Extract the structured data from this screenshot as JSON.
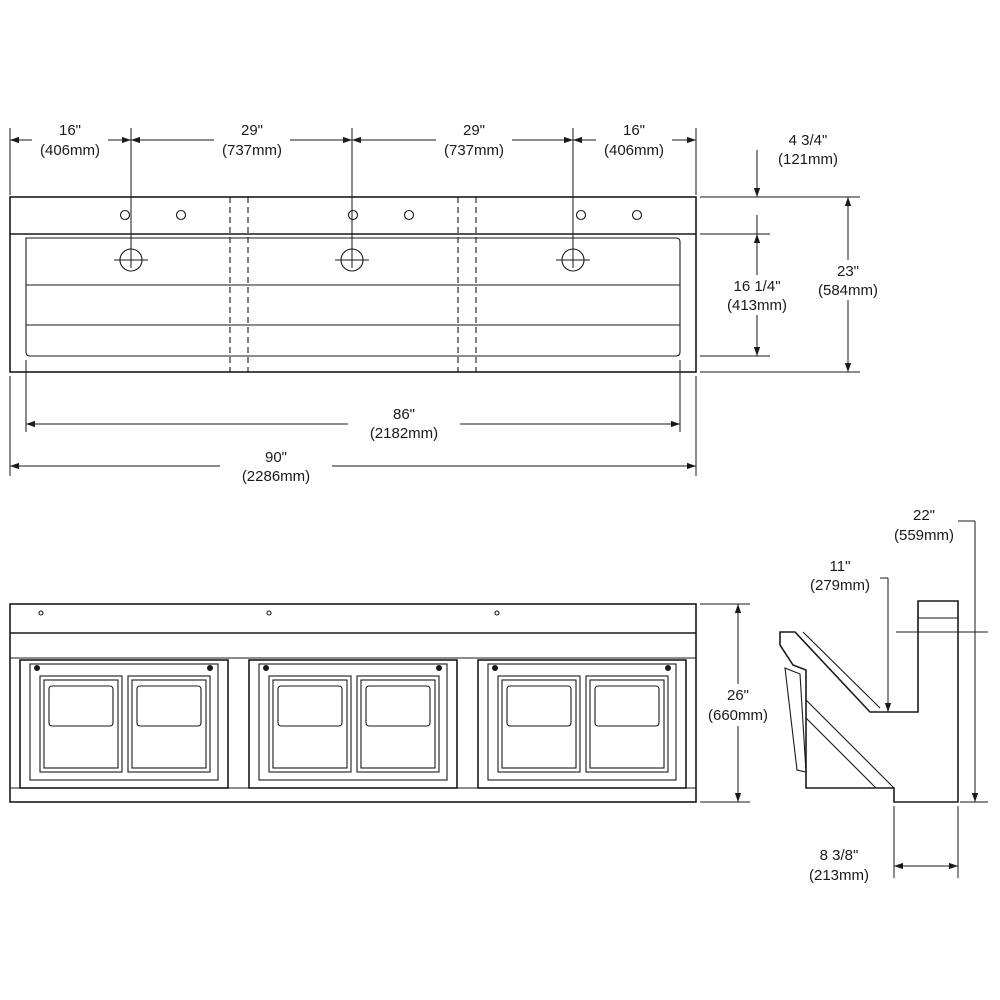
{
  "top_view": {
    "dims": {
      "seg1": [
        "16\"",
        "(406mm)"
      ],
      "seg2": [
        "29\"",
        "(737mm)"
      ],
      "seg3": [
        "29\"",
        "(737mm)"
      ],
      "seg4": [
        "16\"",
        "(406mm)"
      ],
      "deck": [
        "4 3/4\"",
        "(121mm)"
      ],
      "basin": [
        "16 1/4\"",
        "(413mm)"
      ],
      "depth": [
        "23\"",
        "(584mm)"
      ],
      "inner_width": [
        "86\"",
        "(2182mm)"
      ],
      "overall_width": [
        "90\"",
        "(2286mm)"
      ]
    }
  },
  "front_view": {
    "dims": {
      "height": [
        "26\"",
        "(660mm)"
      ]
    }
  },
  "side_view": {
    "dims": {
      "overall": [
        "22\"",
        "(559mm)"
      ],
      "upper": [
        "11\"",
        "(279mm)"
      ],
      "base": [
        "8 3/8\"",
        "(213mm)"
      ]
    }
  },
  "colors": {
    "line": "#1a1a1a",
    "background": "#ffffff"
  }
}
